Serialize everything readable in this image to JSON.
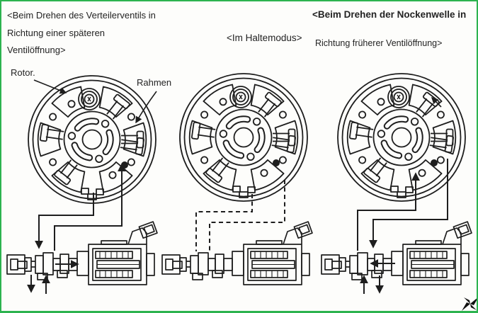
{
  "frame": {
    "border_color": "#2cb34f",
    "background": "#fdfdfb",
    "ink_color": "#1e1e1e"
  },
  "captions": {
    "left": [
      "<Beim Drehen des Verteilerventils in",
      "Richtung einer späteren",
      "Ventilöffnung>"
    ],
    "middle": "<Im Haltemodus>",
    "right": [
      "<Beim Drehen der Nockenwelle in",
      "Richtung früherer Ventilöffnung>"
    ]
  },
  "labels": {
    "rotor": "Rotor.",
    "frame": "Rahmen"
  },
  "diagrams": [
    {
      "caption": "left",
      "connection_style": "solid",
      "flow_arrows": true
    },
    {
      "caption": "middle",
      "connection_style": "dashed",
      "flow_arrows": false
    },
    {
      "caption": "right",
      "connection_style": "solid",
      "flow_arrows": true
    }
  ]
}
